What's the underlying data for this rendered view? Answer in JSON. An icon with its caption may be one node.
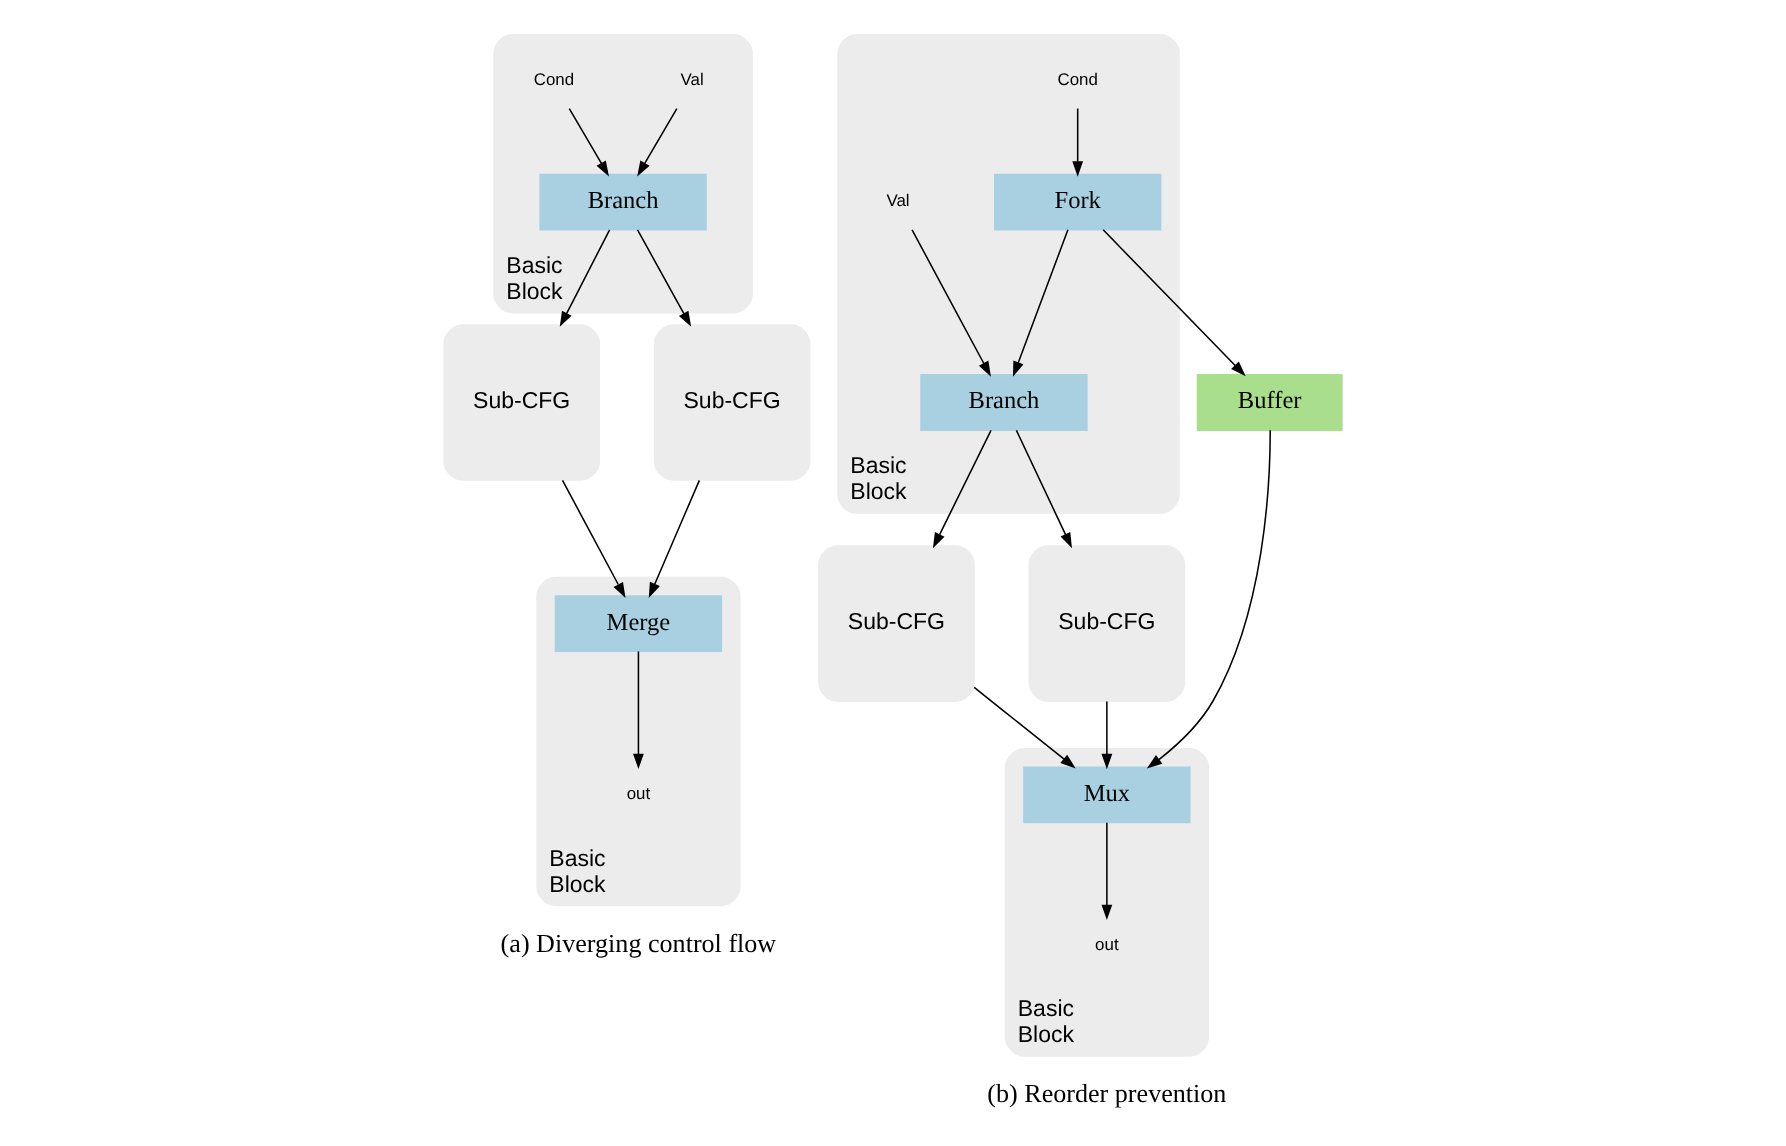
{
  "diagram": {
    "nodes": [
      {
        "text": [
          "Basic Block"
        ]
      },
      {
        "text": [
          "Val"
        ],
        "in": 0
      },
      {
        "text": [
          "Cond"
        ],
        "in": 0
      },
      {
        "text": [
          "Branch"
        ],
        "in": 0
      },
      {
        "text": [
          "Sub-CFG"
        ]
      },
      {
        "text": [
          "Sub-CFG"
        ]
      },
      {
        "text": [
          "Basic Block"
        ]
      },
      {
        "text": [
          "Merge"
        ],
        "in": 6
      },
      {
        "text": [
          "out"
        ],
        "in": 6
      },
      {
        "text": [
          "Basic Block"
        ]
      },
      {
        "text": [
          "Val"
        ],
        "in": 9
      },
      {
        "text": [
          "Cond"
        ],
        "in": 9
      },
      {
        "text": [
          "Fork"
        ],
        "in": 9
      },
      {
        "text": [
          "Branch"
        ],
        "in": 9
      },
      {
        "text": [
          "Sub-CFG"
        ]
      },
      {
        "text": [
          "Sub-CFG"
        ]
      },
      {
        "text": [
          "Buffer"
        ]
      },
      {
        "text": [
          "Basic Block"
        ]
      },
      {
        "text": [
          "Mux"
        ],
        "in": 17
      },
      {
        "text": [
          "out"
        ],
        "in": 17
      }
    ],
    "edges": [
      {
        "from": 1,
        "to": 3,
        "arrow": "to"
      },
      {
        "from": 2,
        "to": 3,
        "arrow": "to"
      },
      {
        "from": 3,
        "to": 4,
        "arrow": "to"
      },
      {
        "from": 3,
        "to": 5,
        "arrow": "to"
      },
      {
        "from": 4,
        "to": 7,
        "arrow": "to"
      },
      {
        "from": 5,
        "to": 7,
        "arrow": "to"
      },
      {
        "from": 7,
        "to": 8,
        "arrow": "to"
      },
      {
        "from": 10,
        "to": 13,
        "arrow": "to"
      },
      {
        "from": 11,
        "to": 12,
        "arrow": "to"
      },
      {
        "from": 12,
        "to": 13,
        "arrow": "to"
      },
      {
        "from": 12,
        "to": 16,
        "arrow": "to"
      },
      {
        "from": 13,
        "to": 14,
        "arrow": "to"
      },
      {
        "from": 13,
        "to": 15,
        "arrow": "to"
      },
      {
        "from": 14,
        "to": 18,
        "arrow": "to"
      },
      {
        "from": 15,
        "to": 18,
        "arrow": "to"
      },
      {
        "from": 16,
        "to": 18,
        "arrow": "to"
      },
      {
        "from": 18,
        "to": 19,
        "arrow": "to"
      }
    ],
    "labels": [
      "(a) Diverging control flow",
      "(b) Reorder prevention"
    ]
  }
}
